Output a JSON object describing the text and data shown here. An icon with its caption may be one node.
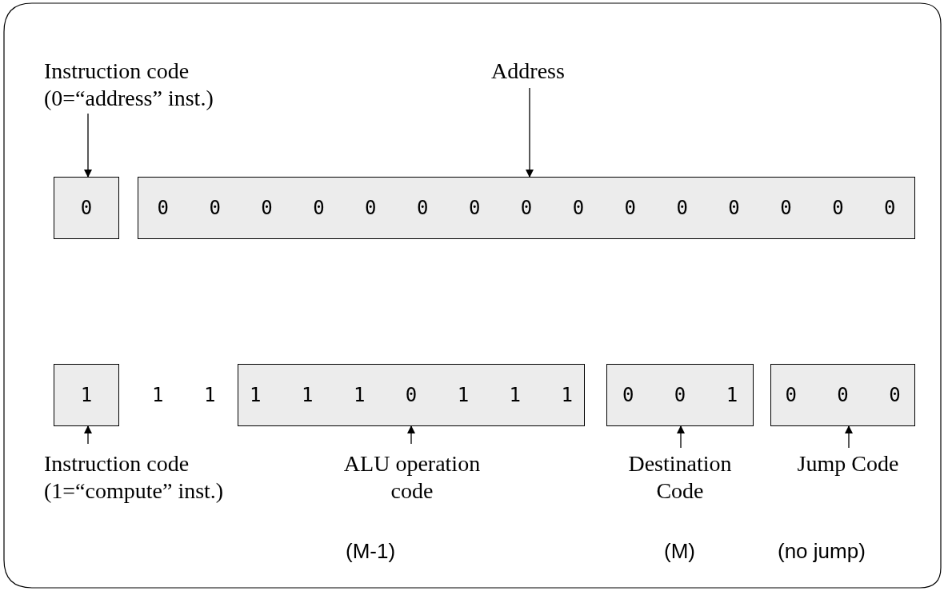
{
  "diagram": {
    "nodes": [
      {
        "text": [
          "Instruction code (0=“address” inst.)"
        ]
      },
      {
        "text": [
          "Address"
        ]
      },
      {
        "text": [
          "0"
        ]
      },
      {
        "text": [
          "0 0 0 0 0 0 0 0 0 0 0 0 0 0 0"
        ]
      },
      {
        "text": [
          "1"
        ]
      },
      {
        "text": [
          "1 1 1 0 1 1 1"
        ]
      },
      {
        "text": [
          "0 0 1"
        ]
      },
      {
        "text": [
          "0 0 0"
        ]
      },
      {
        "text": [
          "Instruction code (1=“compute” inst.)"
        ]
      },
      {
        "text": [
          "ALU operation code"
        ],
        "beside": [
          "(M-1)"
        ]
      },
      {
        "text": [
          "Destination Code"
        ],
        "beside": [
          "(M)"
        ]
      },
      {
        "text": [
          "Jump Code"
        ],
        "beside": [
          "(no jump)"
        ]
      }
    ],
    "edges": [
      {
        "from": 0,
        "to": 2,
        "arrow": "to"
      },
      {
        "from": 1,
        "to": 3,
        "arrow": "to"
      },
      {
        "from": 8,
        "to": 4,
        "arrow": "to"
      },
      {
        "from": 9,
        "to": 5,
        "arrow": "to"
      },
      {
        "from": 10,
        "to": 6,
        "arrow": "to"
      },
      {
        "from": 11,
        "to": 7,
        "arrow": "to"
      }
    ],
    "labels": [
      "1 1"
    ]
  }
}
